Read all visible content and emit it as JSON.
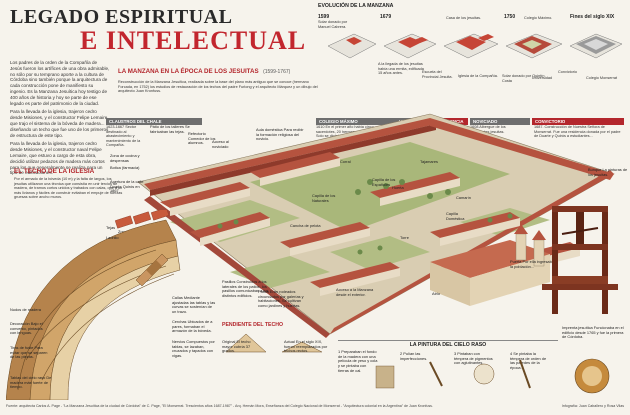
{
  "header": {
    "title_line1": "LEGADO ESPIRITUAL",
    "title_line2": "E INTELECTUAL"
  },
  "intro": {
    "p1": "Los padres de la orden de la Compañía de Jesús fueron los artífices de una obra admirable, no sólo por su temprano aporte a la cultura de Córdoba sino también porque la arquitectura de cada construcción pone de manifiesto su ingenio. Es la Manzana Jesuítica hoy testigo de 400 años de historia y hoy se parte de ese legado es parte del patrimonio de la ciudad.",
    "p2": "Para la llevada de la iglesia, trajeron cedro desde Misiones, y el constructor Felipe Lemaire, que trajo el sistema de la bóveda de madera... diseñando un techo que fue uno de los primeros de estructura de este tipo.",
    "p3": "Para la llevada de la iglesia, trajeron cedro desde Misiones, y el constructor naval Felipe Lemaire, que estuvo a cargo de esta obra, decidió utilizar pedazos de madera más cortos para los que generalmente se realiza para un tipo de edificaciones."
  },
  "evolution": {
    "title": "EVOLUCIÓN DE LA MANZANA",
    "stages": [
      {
        "year": "1599",
        "text": "Solar donado por Manuel Cabrera."
      },
      {
        "year": "1679",
        "text": "A la llegada de los jesuitas había una ermita, edificada 15 años antes."
      },
      {
        "year": "",
        "text": "Casa de los jesuitas."
      },
      {
        "year": "1750",
        "text": "Colegio Máximo."
      },
      {
        "year": "Fines del siglo XIX",
        "text": "Iglesia Colegio Monserrat."
      }
    ],
    "captions": [
      "Escuela del Provincial Jesuita.",
      "Iglesia de la Compañía.",
      "Solar donado por Quintín Costa",
      "Convictorio",
      "Universidad",
      "Colegio Monserrat"
    ]
  },
  "main": {
    "title": "LA MANZANA EN LA ÉPOCA DE LOS JESUITAS",
    "years": "(1599-1767)",
    "desc": "Reconstrucción de la Manzana Jesuítica, realizada sobre la base del plano más antiguo que se conoce (hermano Forcada, en 1752) los estudios de restauración de los techos del padre Furlong y el arquitecto Márquez y un dibujo del arquitecto Juan Kronfuss."
  },
  "timeline_bands": [
    {
      "label": "CLAUSTROS DEL CHALE",
      "text": "1623-1667 Sector destinado al abastecimiento y mantenimiento de la Compañía."
    },
    {
      "label": "COLEGIO MÁXIMO",
      "text": "1610 En el primer año había cinco sacerdotes, 20 hermanos y 25 estudiantes. Solo se dictaban filosofía y teología."
    },
    {
      "label": "IGLESIA",
      "text": "1608-1676 Su prolongada construcción se debió a interrupciones por falta de dinero."
    },
    {
      "label": "RESIDENCIA",
      "text": "1606 Aposentos de los padres jesuitas."
    },
    {
      "label": "NOVICIADO",
      "text": "1608 Albergue de los estudiantes jesuitas."
    },
    {
      "label": "CONVICTORIO",
      "text": "1687. Construcción de Nuestra Señora de Monserrat. Fue una residencia donada por el padre de Duarte y Quirós a estudiantes..."
    }
  ],
  "callouts": {
    "capilla": "Pátio de los talleres Se fabricaban las tejas.",
    "refectorio": "Refectorio Comedor de los alumnos.",
    "acceso": "Acceso al noviciado",
    "aula": "Aula doméstica Para recibir la formación religiosa del novicio.",
    "zona_cocina": "Zona de cocina y despensas",
    "botica": "Botica (farmacia)",
    "apertura": "Apertura de la calle Duarte Quirós en 1867",
    "zona_oscura": "Zona oscura Se ubicaban sobre la fabricación de ladrillos.",
    "corral": "Corral",
    "huerta": "Huerta",
    "tajamares": "Tajamares",
    "bunque": "Bunque La pinturas de los jesuitas.",
    "capilla_esp": "Capilla de los Españoles",
    "capilla_nat": "Capilla de los Naturales",
    "camarin": "Camarín",
    "cancha": "Cancha de pelota",
    "capilla_dom": "Capilla Doméstica",
    "pasillos": "Pasillos Construidos a los laterales de los patios, los pasillos comunicaban a los distintos edificios.",
    "patios": "Patios Eran rodeados circundados por galerías y habitaciones. Se cultivan como jardines y huertas.",
    "acceso_manzana": "Acceso a la Manzana desde el exterior.",
    "torre": "Torre",
    "atrio": "Atrio",
    "imprenta": "Imprenta jesuítica Funcionaba en el edificio desde 1765 y fue la primera de Córdoba.",
    "funcion": "Puerta Por ella ingresaba la población..."
  },
  "techo": {
    "title": "EL TECHO DE LA IGLESIA",
    "desc": "Por el armado de la bóveda (10 m) y la falta de largos, los jesuitas utilizaron una técnica que consistía en unir tercios de madera, de tramos cortos unidos y trabados con calas, que a un más livianos y fáciles de construir evitaban el empuje de fuerzas gruesas sobre ancho muros.",
    "labels": [
      "Tejas",
      "Ladrillo",
      "Nudos de madera",
      "Decoración Bajo el convento, pintados con lenguas.",
      "Tiras de fuste Para evitar que se separen de las piezas.",
      "Tablas del cielo raso De madera más fuerte de tiempo."
    ],
    "callas": "Callas Mediante ajustadas las tablas y las curvas se sostenían de un trazo.",
    "cerchas": "Cerchas Ubicados de a pares, formaban el armazón de la bóveda.",
    "nervios": "Nervios Compuestos por tablas, se lazaban, cruzados y tapados con vigas.",
    "pendiente_title": "PENDIENTE DEL TECHO",
    "original": "Original El techo mayor cubría 37 grados.",
    "actual": "Actual En el siglo XIX, fueron reemplazados por techos rectos.",
    "pintura_title": "LA PINTURA DEL CIELO RASO",
    "steps": [
      "1 Preparaban el fondo de la madera con una película de yeso y cola y se pintaba con tierras de cal.",
      "2 Pulían las imperfecciones.",
      "3 Pintaban con témpera de pigmentos con aglutinantes.",
      "4 Se pintaba la témpera de orden de las paredes de la época."
    ]
  },
  "footer": {
    "fuentes": "Fuente: arquitecta Carlos A. Page - \"La Manzana Jesuítica de la ciudad de Córdoba\" de C. Page, \"El Monserrat. Trescientos años 1687-1987\" - Arq. Hernán Mora, Enseñanza del Colegio Nacional de Monserrat - \"Arquitectura colonial en la Argentina\" de Juan Kronfuss.",
    "credito": "Infografía: Juan Caballero y Rosa Vilas"
  },
  "colors": {
    "accent_red": "#c2262e",
    "band_gray": "#6e6e6e",
    "roof_red": "#b5533f",
    "wall": "#e8dcc6",
    "grass": "#a9b77a",
    "background": "#f6f3ec"
  }
}
